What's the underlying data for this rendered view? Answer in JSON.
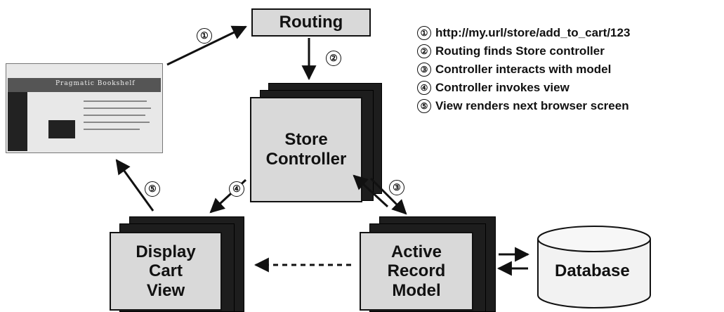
{
  "nodes": {
    "routing": "Routing",
    "store_controller": "Store Controller",
    "display_cart_view": "Display Cart View",
    "active_record_model": "Active Record Model",
    "database": "Database"
  },
  "browser_thumbnail": {
    "title": "Pragmatic Bookshelf"
  },
  "step_markers": [
    "①",
    "②",
    "③",
    "④",
    "⑤"
  ],
  "legend": [
    {
      "num": "①",
      "text": "http://my.url/store/add_to_cart/123"
    },
    {
      "num": "②",
      "text": "Routing finds Store controller"
    },
    {
      "num": "③",
      "text": "Controller interacts with model"
    },
    {
      "num": "④",
      "text": "Controller invokes view"
    },
    {
      "num": "⑤",
      "text": "View renders next browser screen"
    }
  ]
}
